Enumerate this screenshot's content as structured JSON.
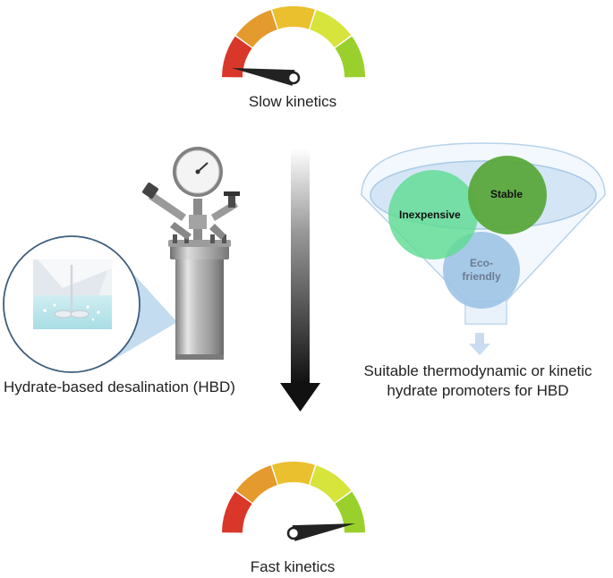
{
  "gauges": {
    "top": {
      "label": "Slow kinetics",
      "level": 0.05
    },
    "bottom": {
      "label": "Fast kinetics",
      "level": 0.95
    },
    "segment_colors": [
      "#d9372a",
      "#e49a2c",
      "#ebc02f",
      "#d6e43c",
      "#9ad02b"
    ],
    "needle_color": "#222222"
  },
  "reactor": {
    "label": "Hydrate-based desalination (HBD)"
  },
  "arrow": {
    "gradient_from": "#ffffff",
    "gradient_to": "#111111"
  },
  "promoters": {
    "circles": [
      {
        "label": "Inexpensive",
        "color": "#5fdc93"
      },
      {
        "label": "Stable",
        "color": "#5aa83c"
      },
      {
        "label": "Eco-friendly",
        "color": "#9ec3e6"
      }
    ],
    "caption_line1": "Suitable thermodynamic or kinetic",
    "caption_line2": "hydrate promoters for HBD"
  }
}
